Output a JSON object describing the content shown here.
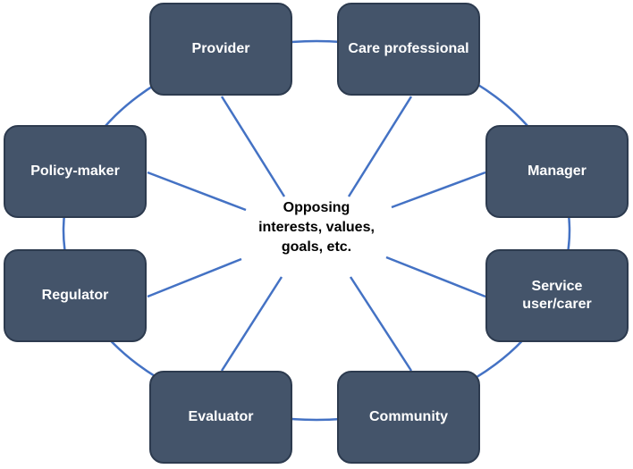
{
  "diagram": {
    "center": "Opposing\ninterests, values,\ngoals, etc.",
    "nodes": [
      {
        "id": "provider",
        "label": "Provider"
      },
      {
        "id": "care-professional",
        "label": "Care professional"
      },
      {
        "id": "manager",
        "label": "Manager"
      },
      {
        "id": "service-user-carer",
        "label": "Service\nuser/carer"
      },
      {
        "id": "community",
        "label": "Community"
      },
      {
        "id": "evaluator",
        "label": "Evaluator"
      },
      {
        "id": "regulator",
        "label": "Regulator"
      },
      {
        "id": "policy-maker",
        "label": "Policy-maker"
      }
    ],
    "colors": {
      "node_fill": "#44546a",
      "node_border": "#2d3b4f",
      "connector": "#4472c4"
    }
  }
}
